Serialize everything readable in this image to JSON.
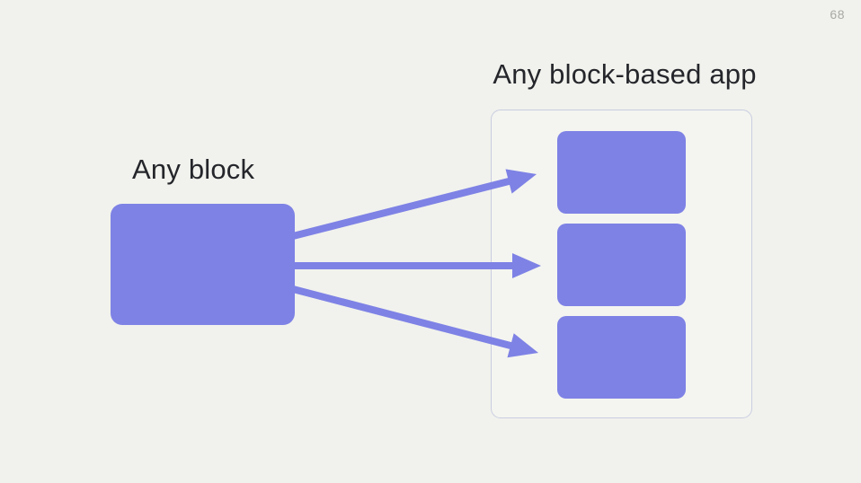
{
  "page_number": "68",
  "header": {
    "app_panel_title": "Any block-based app"
  },
  "diagram": {
    "source_block_label": "Any block",
    "source_block": {
      "label": "Any block",
      "shape": "rounded-rectangle"
    },
    "target_panel": {
      "title": "Any block-based app",
      "block_count": 3
    },
    "arrow_count": 3
  },
  "icons": {
    "arrow_right_icon": "→"
  },
  "colors": {
    "bg": "#F1F2ED",
    "accent": "#7E82E5",
    "panel-border": "#C9CDE0",
    "panel-bg": "#F4F5F0",
    "text": "#24262B",
    "muted": "#A8A8A4"
  }
}
